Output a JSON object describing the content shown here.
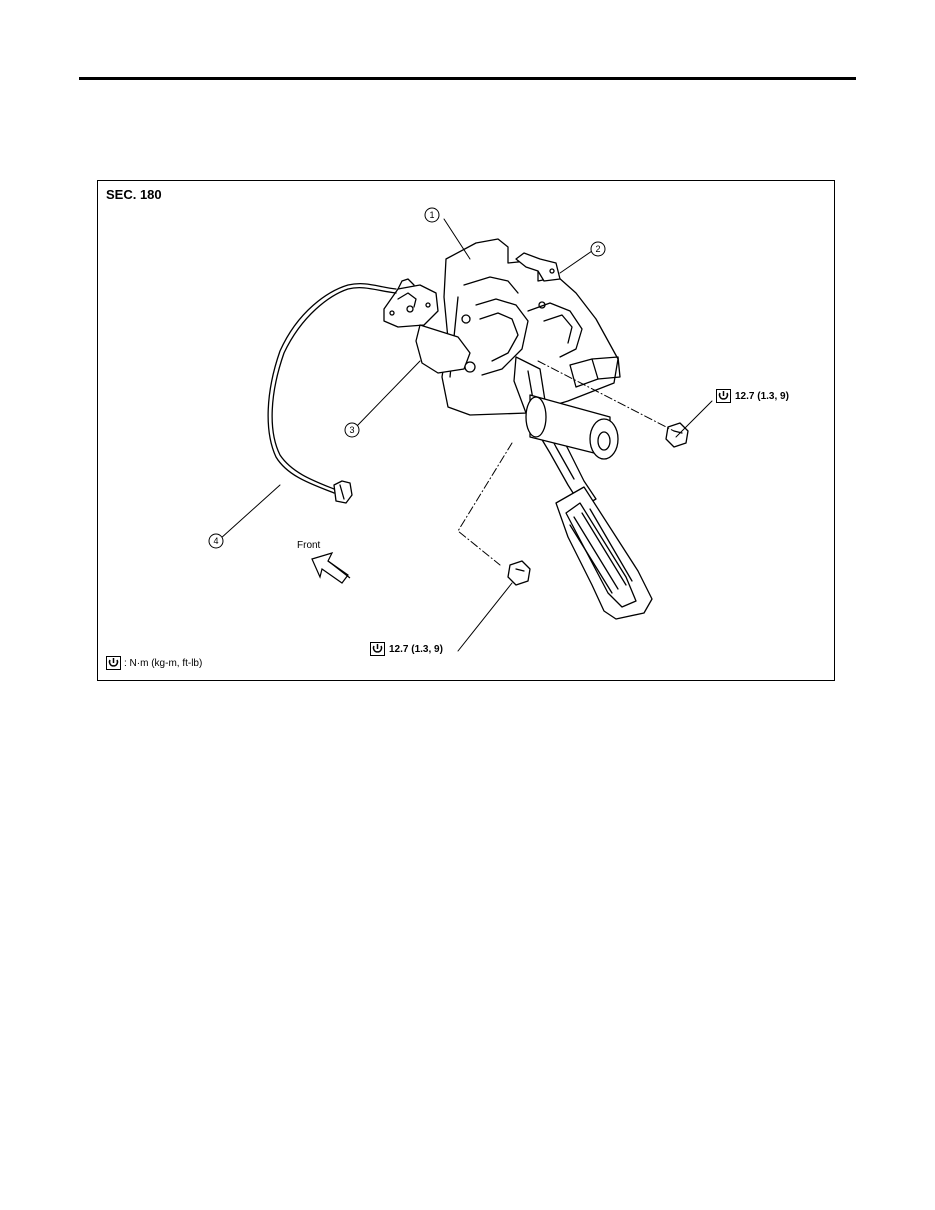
{
  "figure": {
    "section": "SEC. 180",
    "callouts": [
      "1",
      "2",
      "3",
      "4"
    ],
    "torque_upper": "12.7 (1.3, 9)",
    "torque_lower": "12.7 (1.3, 9)",
    "front_label": "Front",
    "legend": ": N·m (kg-m, ft-lb)",
    "icons": {
      "torque": "torque-wrench-icon",
      "front": "front-arrow-icon"
    }
  }
}
